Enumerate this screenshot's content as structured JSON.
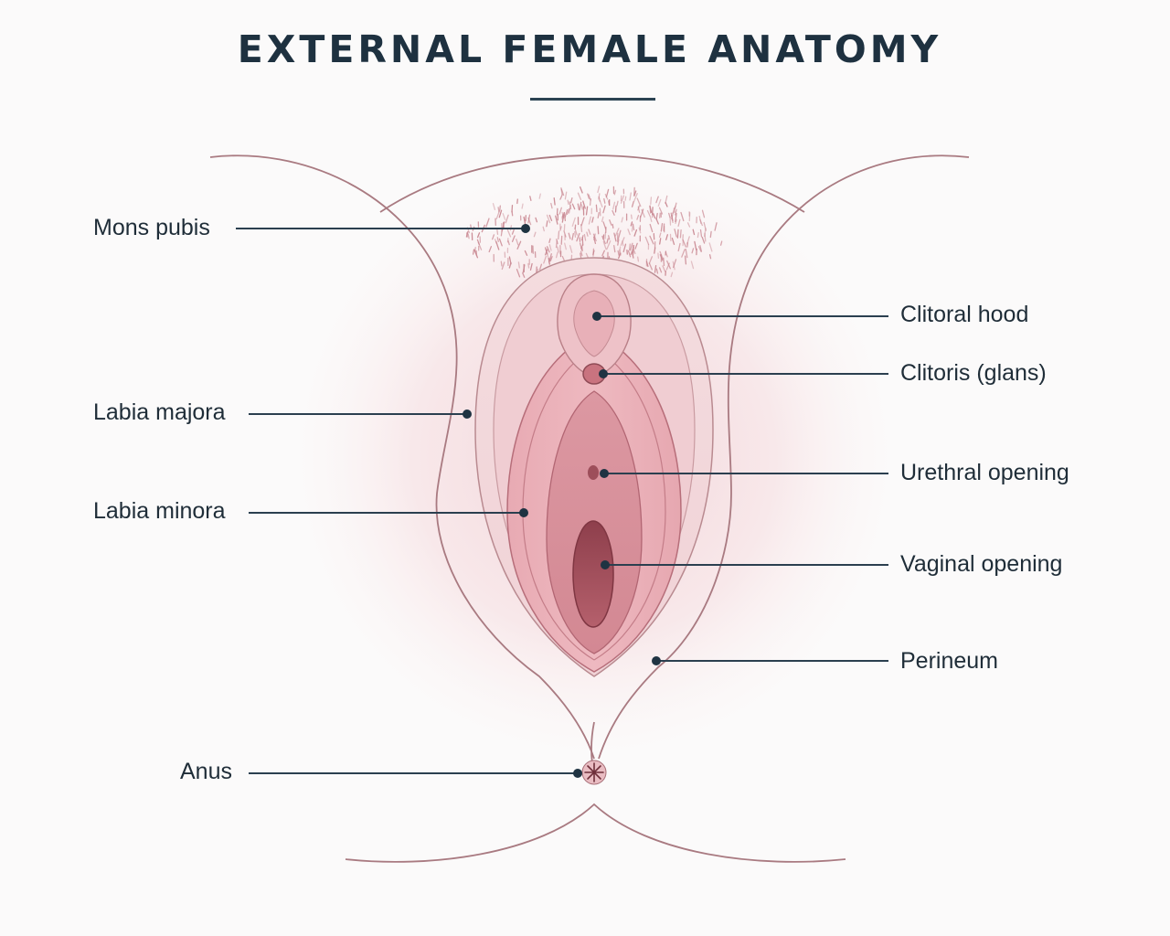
{
  "title": "EXTERNAL FEMALE ANATOMY",
  "colors": {
    "title": "#1e3140",
    "leader": "#2b3f4f",
    "outline": "#9a6b73",
    "skin": "#f7ebec",
    "tissue": "#e6a9b2",
    "inner": "#d98f9a",
    "opening": "#a3525f",
    "hair": "#c98791"
  },
  "labels": {
    "mons_pubis": "Mons pubis",
    "labia_majora": "Labia majora",
    "labia_minora": "Labia minora",
    "anus": "Anus",
    "clitoral_hood": "Clitoral hood",
    "clitoris": "Clitoris (glans)",
    "urethral_opening": "Urethral opening",
    "vaginal_opening": "Vaginal opening",
    "perineum": "Perineum"
  }
}
